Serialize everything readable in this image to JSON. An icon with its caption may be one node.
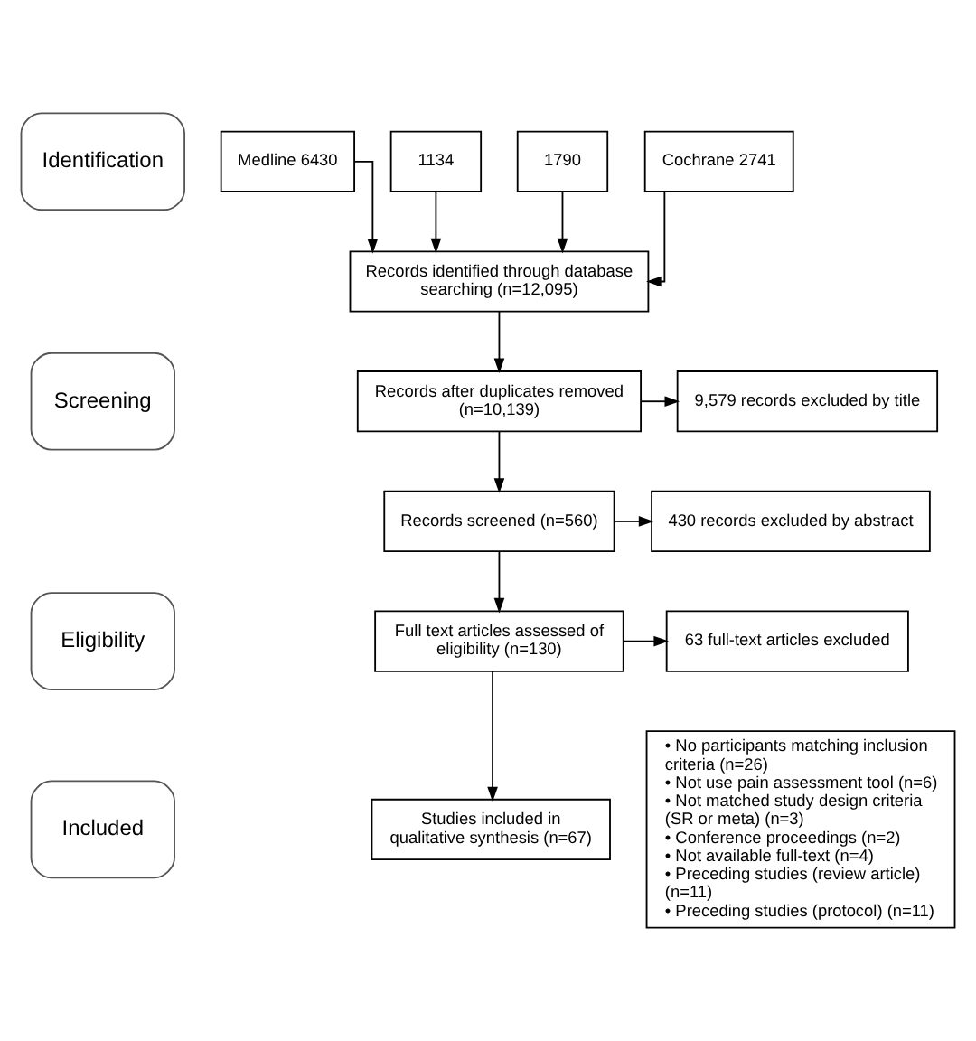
{
  "diagram": {
    "nodes": [
      {
        "text": [
          "Identification"
        ]
      },
      {
        "text": [
          "Screening"
        ]
      },
      {
        "text": [
          "Eligibility"
        ]
      },
      {
        "text": [
          "Included"
        ]
      },
      {
        "text": [
          "Medline 6430"
        ]
      },
      {
        "text": [
          "1134"
        ]
      },
      {
        "text": [
          "1790"
        ]
      },
      {
        "text": [
          "Cochrane 2741"
        ]
      },
      {
        "text": [
          "Records identified through database searching (n=12,095)"
        ]
      },
      {
        "text": [
          "Records after duplicates removed (n=10,139)"
        ]
      },
      {
        "text": [
          "9,579 records excluded by title"
        ]
      },
      {
        "text": [
          "Records screened (n=560)"
        ]
      },
      {
        "text": [
          "430 records excluded by abstract"
        ]
      },
      {
        "text": [
          "Full text articles assessed of eligibility (n=130)"
        ]
      },
      {
        "text": [
          "63 full-text articles excluded"
        ]
      },
      {
        "text": [
          "• No participants matching inclusion criteria (n=26)",
          "• Not use pain assessment tool (n=6)",
          "• Not matched study design criteria (SR or meta) (n=3)",
          "• Conference proceedings (n=2)",
          "• Not available full-text (n=4)",
          "• Preceding studies (review article) (n=11)",
          "• Preceding studies (protocol) (n=11)"
        ]
      },
      {
        "text": [
          "Studies included in qualitative synthesis (n=67)"
        ]
      }
    ],
    "edges": [
      {
        "from": 4,
        "to": 8,
        "arrow": "to"
      },
      {
        "from": 5,
        "to": 8,
        "arrow": "to"
      },
      {
        "from": 6,
        "to": 8,
        "arrow": "to"
      },
      {
        "from": 7,
        "to": 8,
        "arrow": "to"
      },
      {
        "from": 8,
        "to": 9,
        "arrow": "to"
      },
      {
        "from": 9,
        "to": 10,
        "arrow": "to"
      },
      {
        "from": 9,
        "to": 11,
        "arrow": "to"
      },
      {
        "from": 11,
        "to": 12,
        "arrow": "to"
      },
      {
        "from": 11,
        "to": 13,
        "arrow": "to"
      },
      {
        "from": 13,
        "to": 14,
        "arrow": "to"
      },
      {
        "from": 13,
        "to": 16,
        "arrow": "to"
      }
    ]
  }
}
